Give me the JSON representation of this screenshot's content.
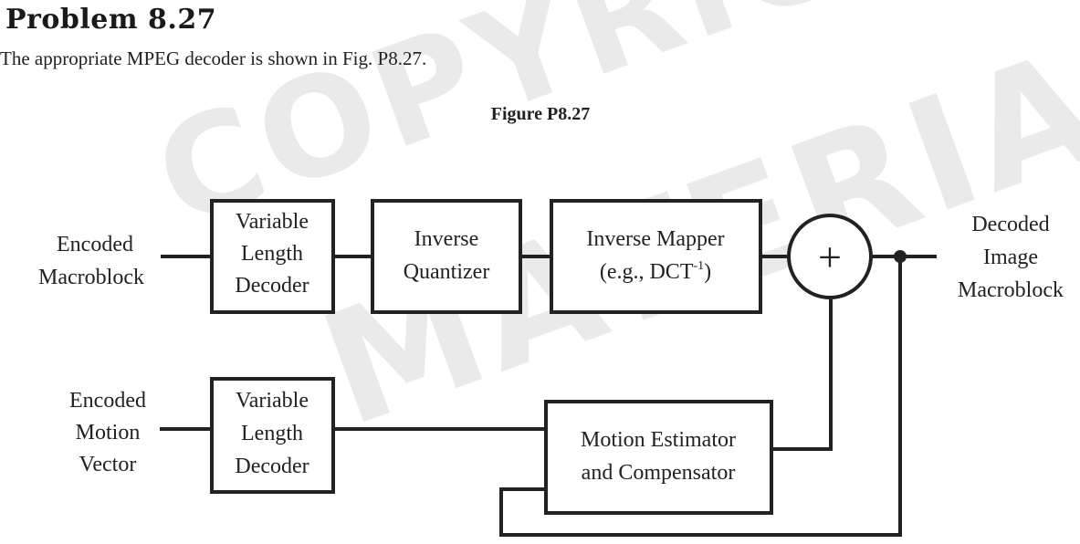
{
  "heading": "Problem 8.27",
  "intro": "The appropriate MPEG decoder is shown in Fig. P8.27.",
  "figure_caption": "Figure P8.27",
  "watermark": {
    "line1": "COPYRIGHTED",
    "line2": "MATERIAL"
  },
  "inputs": {
    "encoded_macroblock": [
      "Encoded",
      "Macroblock"
    ],
    "encoded_motion_vector": [
      "Encoded",
      "Motion",
      "Vector"
    ]
  },
  "output": [
    "Decoded",
    "Image",
    "Macroblock"
  ],
  "blocks": {
    "vld_top": [
      "Variable",
      "Length",
      "Decoder"
    ],
    "inverse_quantizer": [
      "Inverse",
      "Quantizer"
    ],
    "inverse_mapper": [
      "Inverse Mapper",
      "(e.g., DCT",
      "-1",
      ")"
    ],
    "adder_symbol": "+",
    "vld_bottom": [
      "Variable",
      "Length",
      "Decoder"
    ],
    "motion_estimator": [
      "Motion Estimator",
      "and Compensator"
    ]
  },
  "colors": {
    "line": "#222222",
    "text": "#222222",
    "watermark": "#a0a0a0"
  }
}
